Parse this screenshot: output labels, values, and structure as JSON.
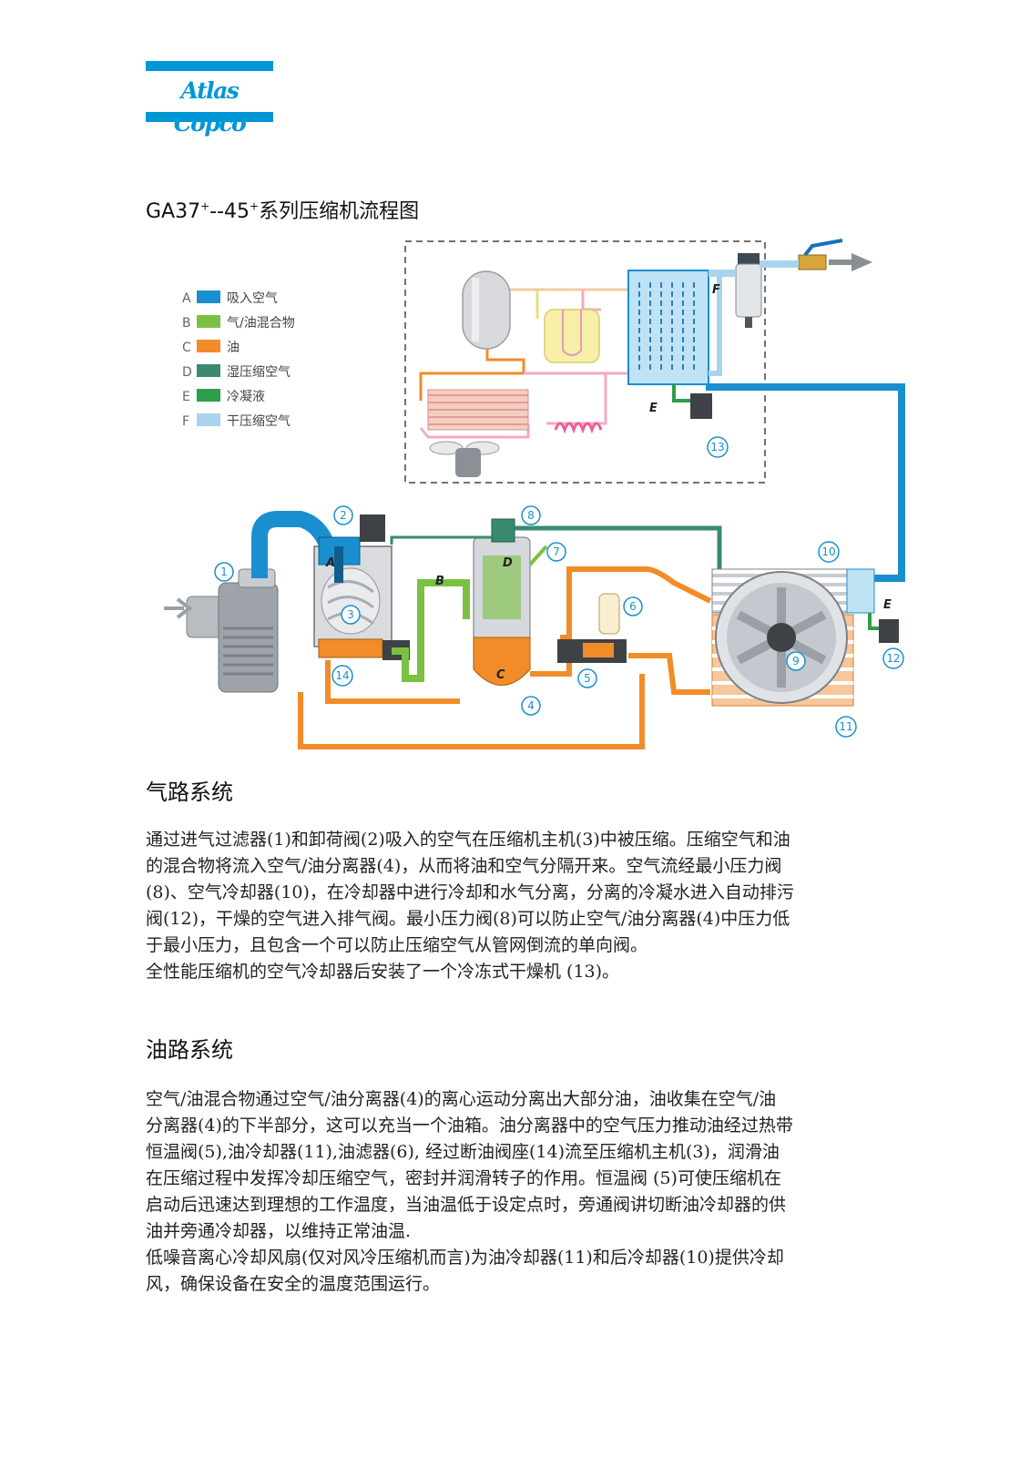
{
  "logo": {
    "text": "Atlas Copco"
  },
  "title": {
    "prefix": "GA37",
    "sup1": "+",
    "mid": "--45",
    "sup2": "+",
    "suffix": "系列压缩机流程图"
  },
  "colors": {
    "intake_air": "#1a8fd0",
    "air_oil_mix": "#7ac143",
    "oil": "#f28c28",
    "wet_air": "#3a8a6e",
    "condensate": "#2e9e4a",
    "dry_air": "#a9d3ef",
    "brand": "#0097d7"
  },
  "legend": [
    {
      "letter": "A",
      "label": "吸入空气",
      "color": "#1a8fd0"
    },
    {
      "letter": "B",
      "label": "气/油混合物",
      "color": "#7ac143"
    },
    {
      "letter": "C",
      "label": "油",
      "color": "#f28c28"
    },
    {
      "letter": "D",
      "label": "湿压缩空气",
      "color": "#3a8a6e"
    },
    {
      "letter": "E",
      "label": "冷凝液",
      "color": "#2e9e4a"
    },
    {
      "letter": "F",
      "label": "干压缩空气",
      "color": "#a9d3ef"
    }
  ],
  "diagram_labels": {
    "n1": "1",
    "n2": "2",
    "n3": "3",
    "n4": "4",
    "n5": "5",
    "n6": "6",
    "n7": "7",
    "n8": "8",
    "n9": "9",
    "n10": "10",
    "n11": "11",
    "n12": "12",
    "n13": "13",
    "n14": "14",
    "A": "A",
    "B": "B",
    "C": "C",
    "D": "D",
    "E": "E",
    "E2": "E",
    "F": "F"
  },
  "air_section": {
    "heading": "气路系统",
    "lines": [
      "通过进气过滤器(1)和卸荷阀(2)吸入的空气在压缩机主机(3)中被压缩。压缩空气和油",
      "的混合物将流入空气/油分离器(4)，从而将油和空气分隔开来。空气流经最小压力阀",
      "(8)、空气冷却器(10)，在冷却器中进行冷却和水气分离，分离的冷凝水进入自动排污",
      "阀(12)，干燥的空气进入排气阀。最小压力阀(8)可以防止空气/油分离器(4)中压力低",
      "于最小压力，且包含一个可以防止压缩空气从管网倒流的单向阀。",
      "全性能压缩机的空气冷却器后安装了一个冷冻式干燥机 (13)。"
    ]
  },
  "oil_section": {
    "heading": "油路系统",
    "lines": [
      "空气/油混合物通过空气/油分离器(4)的离心运动分离出大部分油，油收集在空气/油",
      "分离器(4)的下半部分，这可以充当一个油箱。油分离器中的空气压力推动油经过热带",
      "恒温阀(5),油冷却器(11),油滤器(6), 经过断油阀座(14)流至压缩机主机(3)，润滑油",
      "在压缩过程中发挥冷却压缩空气，密封并润滑转子的作用。恒温阀 (5)可使压缩机在",
      "启动后迅速达到理想的工作温度，当油温低于设定点时，旁通阀讲切断油冷却器的供",
      "油并旁通冷却器，以维持正常油温.",
      "低噪音离心冷却风扇(仅对风冷压缩机而言)为油冷却器(11)和后冷却器(10)提供冷却",
      "风，确保设备在安全的温度范围运行。"
    ]
  }
}
